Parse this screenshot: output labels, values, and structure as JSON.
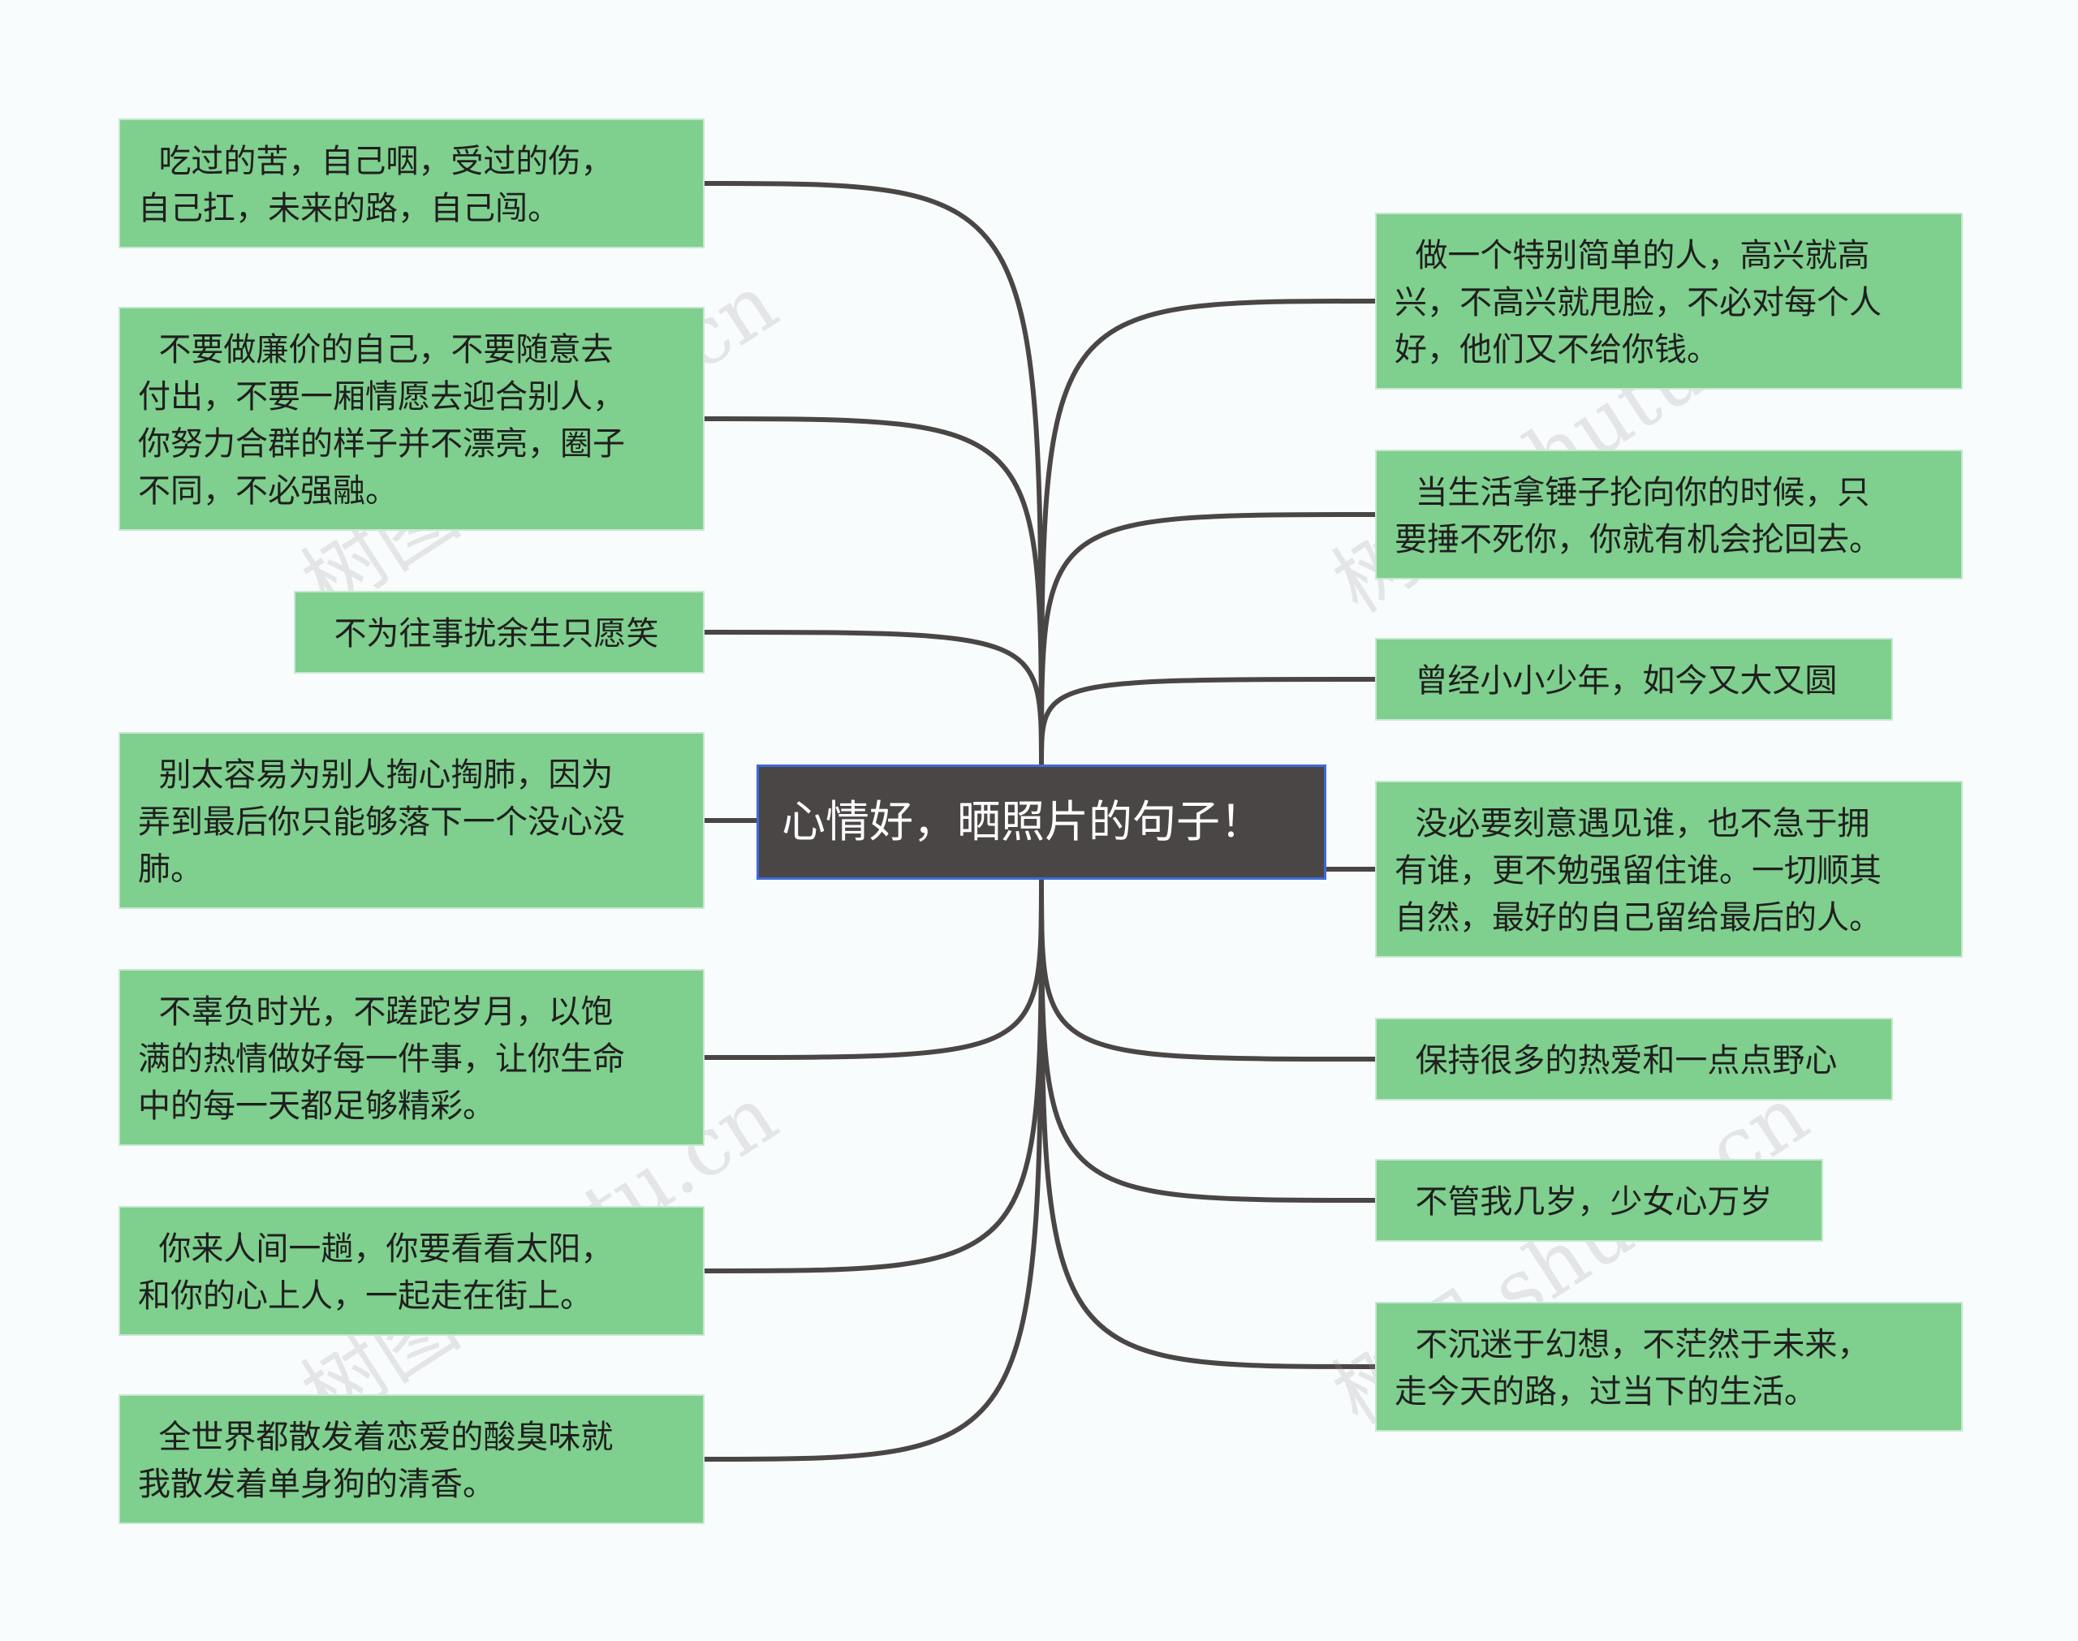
{
  "root": {
    "label": "心情好，晒照片的句子！"
  },
  "left_branches": [
    {
      "id": "l1",
      "text": "  吃过的苦，自己咽，受过的伤，\n自己扛，未来的路，自己闯。"
    },
    {
      "id": "l2",
      "text": "  不要做廉价的自己，不要随意去\n付出，不要一厢情愿去迎合别人，\n你努力合群的样子并不漂亮，圈子\n不同，不必强融。"
    },
    {
      "id": "l3",
      "text": "  不为往事扰余生只愿笑"
    },
    {
      "id": "l4",
      "text": "  别太容易为别人掏心掏肺，因为\n弄到最后你只能够落下一个没心没\n肺。"
    },
    {
      "id": "l5",
      "text": "  不辜负时光，不蹉跎岁月，以饱\n满的热情做好每一件事，让你生命\n中的每一天都足够精彩。"
    },
    {
      "id": "l6",
      "text": "  你来人间一趟，你要看看太阳，\n和你的心上人，一起走在街上。"
    },
    {
      "id": "l7",
      "text": "  全世界都散发着恋爱的酸臭味就\n我散发着单身狗的清香。"
    }
  ],
  "right_branches": [
    {
      "id": "r1",
      "text": "  做一个特别简单的人，高兴就高\n兴，不高兴就甩脸，不必对每个人\n好，他们又不给你钱。"
    },
    {
      "id": "r2",
      "text": "  当生活拿锤子抡向你的时候，只\n要捶不死你，你就有机会抡回去。"
    },
    {
      "id": "r3",
      "text": "  曾经小小少年，如今又大又圆"
    },
    {
      "id": "r4",
      "text": "  没必要刻意遇见谁，也不急于拥\n有谁，更不勉强留住谁。一切顺其\n自然，最好的自己留给最后的人。"
    },
    {
      "id": "r5",
      "text": "  保持很多的热爱和一点点野心"
    },
    {
      "id": "r6",
      "text": "  不管我几岁，少女心万岁"
    },
    {
      "id": "r7",
      "text": "  不沉迷于幻想，不茫然于未来，\n走今天的路，过当下的生活。"
    }
  ],
  "watermark": {
    "text": "树图 shutu.cn"
  },
  "colors": {
    "node_fill": "#7fcf8e",
    "root_fill": "#4b4646",
    "root_border": "#3d6ad6",
    "connector": "#4b4646",
    "background": "#f9fcfd"
  }
}
